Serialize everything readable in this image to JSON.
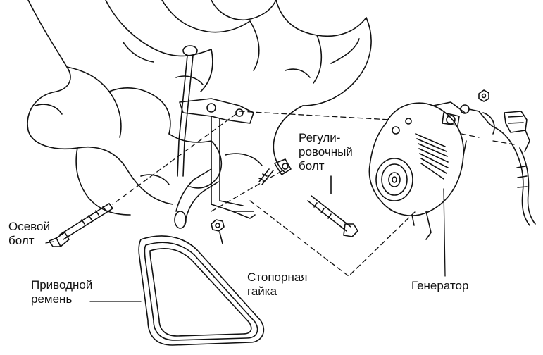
{
  "labels": {
    "pivot_bolt": {
      "line1": "Осевой",
      "line2": "болт"
    },
    "adjusting_bolt": {
      "line1": "Регули-",
      "line2": "ровочный",
      "line3": "болт"
    },
    "lock_nut": {
      "line1": "Стопорная",
      "line2": "гайка"
    },
    "alternator": {
      "line1": "Генератор"
    },
    "drive_belt": {
      "line1": "Приводной",
      "line2": "ремень"
    }
  },
  "colors": {
    "ink": "#111111",
    "paper": "#ffffff"
  }
}
